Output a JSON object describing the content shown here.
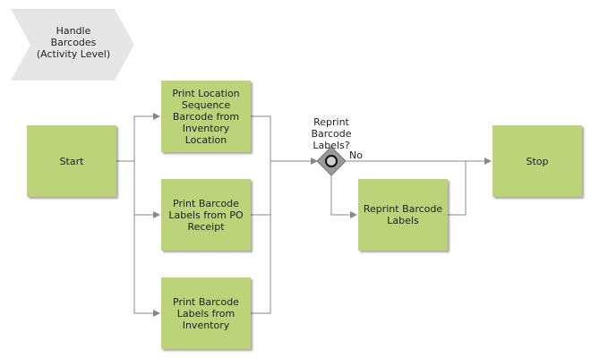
{
  "diagram": {
    "header": {
      "text": "Handle\nBarcodes\n(Activity Level)"
    },
    "nodes": {
      "start": "Start",
      "print_location": "Print Location\nSequence\nBarcode from\nInventory\nLocation",
      "print_po": "Print Barcode\nLabels from PO\nReceipt",
      "print_inventory": "Print Barcode\nLabels from\nInventory",
      "decision": "Reprint\nBarcode\nLabels?",
      "reprint": "Reprint Barcode\nLabels",
      "stop": "Stop"
    },
    "edge_labels": {
      "no": "No"
    },
    "colors": {
      "node_fill": "#bcd37a",
      "header_fill": "#e6e6e6",
      "line": "#888888",
      "decision_fill": "#9a9a9a"
    }
  }
}
